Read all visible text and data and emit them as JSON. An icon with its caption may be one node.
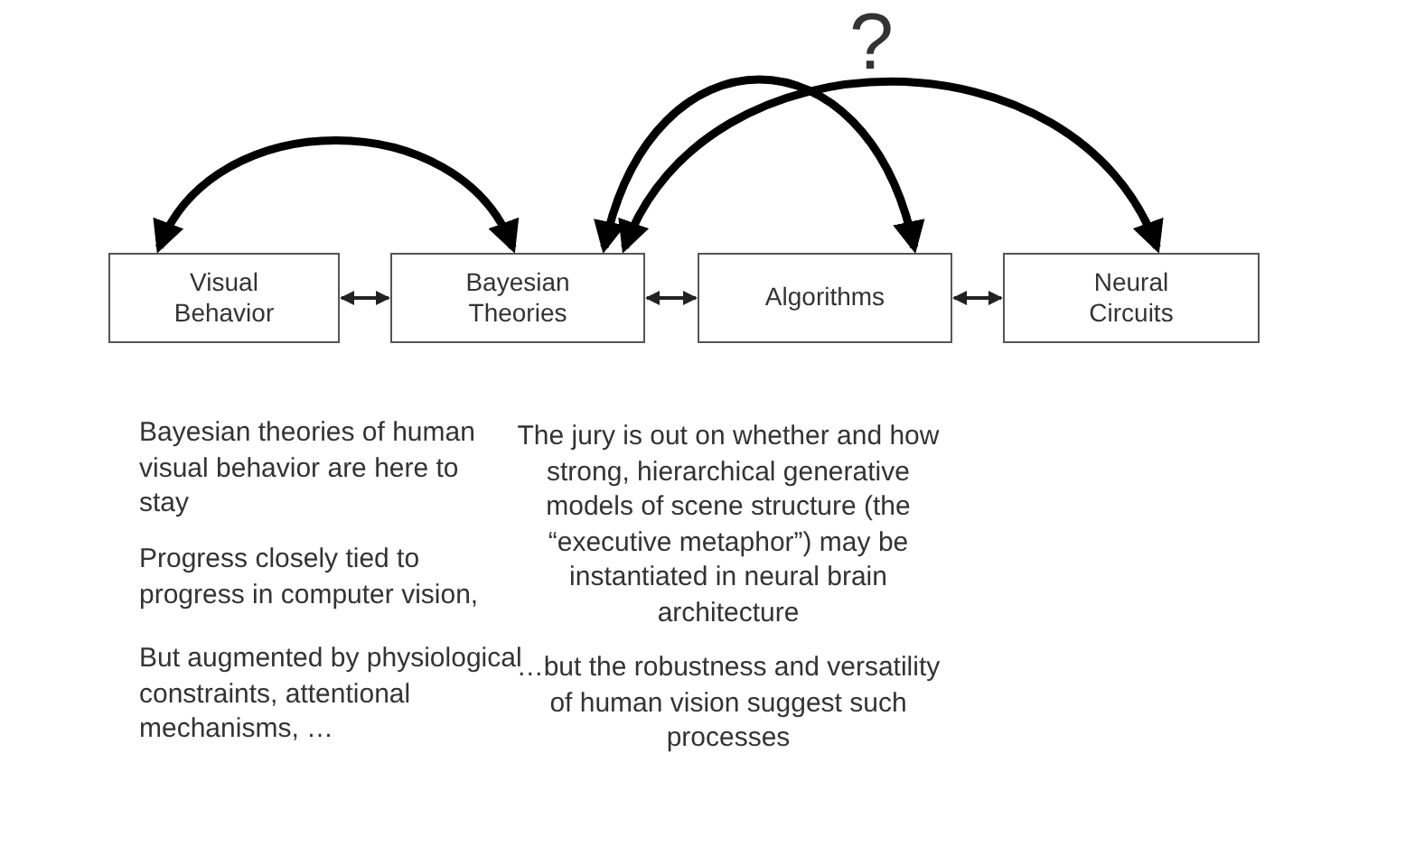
{
  "diagram": {
    "nodes": [
      {
        "text": [
          "Visual Behavior"
        ]
      },
      {
        "text": [
          "Bayesian Theories"
        ]
      },
      {
        "text": [
          "Algorithms"
        ]
      },
      {
        "text": [
          "Neural Circuits"
        ]
      }
    ],
    "edges": [
      {
        "from": 0,
        "to": 1,
        "arrow": "both",
        "style": "thick"
      },
      {
        "from": 1,
        "to": 2,
        "arrow": "both",
        "style": "thick"
      },
      {
        "from": 1,
        "to": 3,
        "arrow": "both",
        "style": "thick"
      },
      {
        "from": 0,
        "to": 1,
        "arrow": "both"
      },
      {
        "from": 1,
        "to": 2,
        "arrow": "both"
      },
      {
        "from": 2,
        "to": 3,
        "arrow": "both"
      }
    ],
    "labels": [
      "?",
      "Bayesian theories of human visual behavior are here to stay",
      "Progress closely tied to progress in computer vision,",
      "But augmented by physiological constraints, attentional mechanisms, …",
      "The jury is out on whether and how strong, hierarchical generative models of scene structure (the “executive metaphor”) may be instantiated in neural brain architecture",
      "…but the robustness and versatility of human vision suggest such processes"
    ]
  }
}
